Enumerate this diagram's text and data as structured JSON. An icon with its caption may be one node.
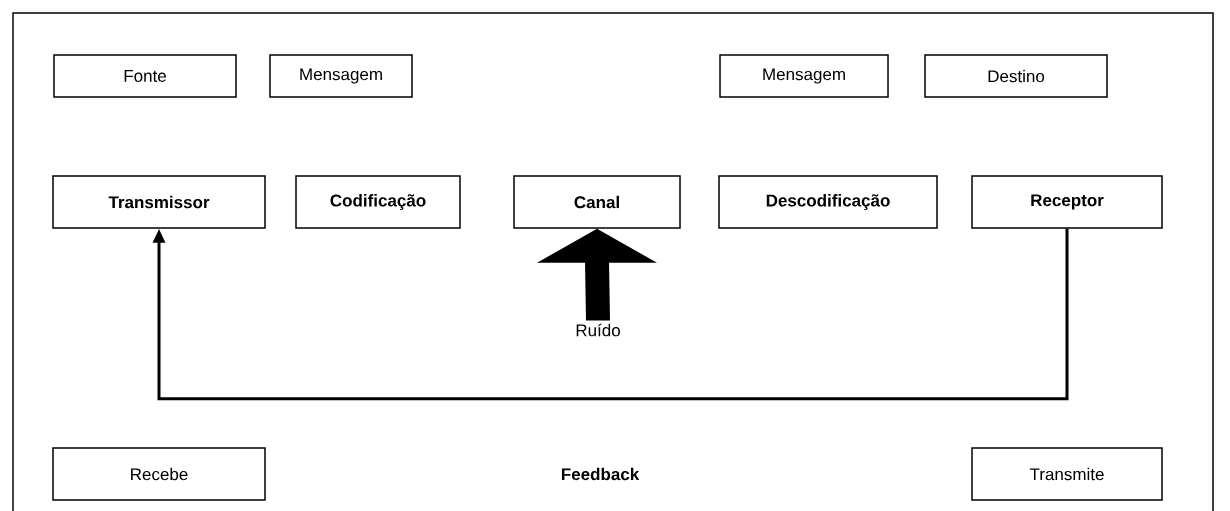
{
  "diagram": {
    "nodes": [
      {
        "text": [
          "Fonte"
        ]
      },
      {
        "text": [
          "Mensagem"
        ]
      },
      {
        "text": [
          "Mensagem"
        ]
      },
      {
        "text": [
          "Destino"
        ]
      },
      {
        "text": [
          "Transmissor"
        ]
      },
      {
        "text": [
          "Codificação"
        ]
      },
      {
        "text": [
          "Canal"
        ]
      },
      {
        "text": [
          "Descodificação"
        ]
      },
      {
        "text": [
          "Receptor"
        ]
      },
      {
        "text": [
          "Ruído"
        ]
      },
      {
        "text": [
          "Recebe"
        ]
      },
      {
        "text": [
          "Transmite"
        ]
      }
    ],
    "edges": [
      {
        "from": 8,
        "to": 4,
        "arrow": "to"
      },
      {
        "from": 9,
        "to": 6,
        "arrow": "to",
        "style": "thick"
      }
    ],
    "labels": [
      "Feedback"
    ]
  }
}
